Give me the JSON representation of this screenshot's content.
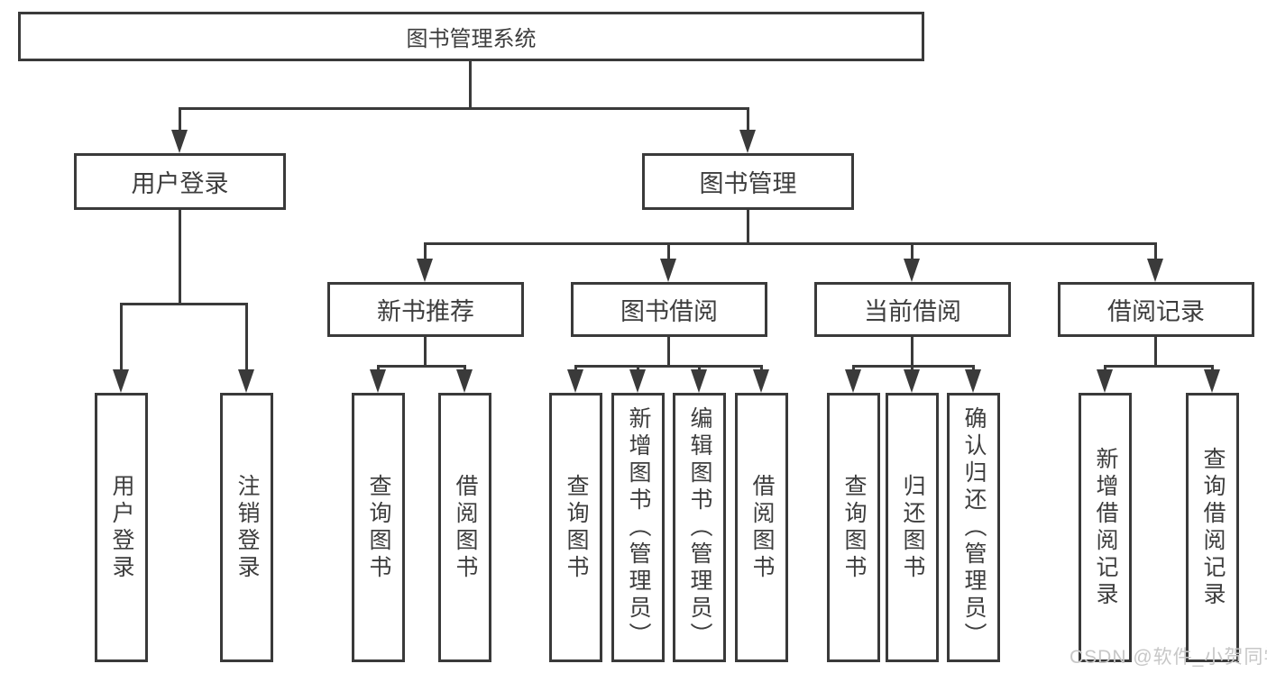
{
  "root": {
    "label": "图书管理系统"
  },
  "branches": [
    {
      "label": "用户登录",
      "leaves": [
        {
          "label": "用户登录"
        },
        {
          "label": "注销登录"
        }
      ]
    },
    {
      "label": "图书管理",
      "children": [
        {
          "label": "新书推荐",
          "leaves": [
            {
              "label": "查询图书"
            },
            {
              "label": "借阅图书"
            }
          ]
        },
        {
          "label": "图书借阅",
          "leaves": [
            {
              "label": "查询图书"
            },
            {
              "label": "新增图书（管理员）"
            },
            {
              "label": "编辑图书（管理员）"
            },
            {
              "label": "借阅图书"
            }
          ]
        },
        {
          "label": "当前借阅",
          "leaves": [
            {
              "label": "查询图书"
            },
            {
              "label": "归还图书"
            },
            {
              "label": "确认归还（管理员）"
            }
          ]
        },
        {
          "label": "借阅记录",
          "leaves": [
            {
              "label": "新增借阅记录"
            },
            {
              "label": "查询借阅记录"
            }
          ]
        }
      ]
    }
  ],
  "watermark": {
    "text": "CSDN @软件_小贺同学"
  },
  "colors": {
    "line": "#3a3a3a",
    "text": "#3d3d3d",
    "watermark": "#c7c7c7",
    "background": "#ffffff"
  }
}
